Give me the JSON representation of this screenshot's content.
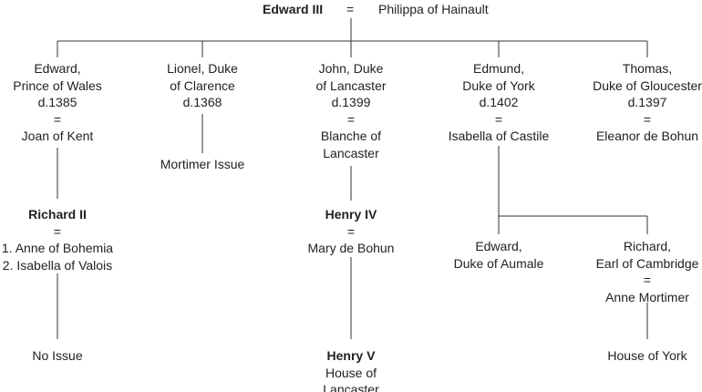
{
  "root": {
    "name": "Edward III",
    "eq": "=",
    "spouse": "Philippa of Hainault"
  },
  "nodes": {
    "edward_bp": {
      "lines": [
        "Edward,",
        "Prince of Wales",
        "d.1385",
        "=",
        "Joan of Kent"
      ]
    },
    "lionel": {
      "lines": [
        "Lionel, Duke",
        "of Clarence",
        "d.1368"
      ]
    },
    "john": {
      "lines": [
        "John, Duke",
        "of Lancaster",
        "d.1399",
        "=",
        "Blanche of",
        "Lancaster"
      ]
    },
    "edmund": {
      "lines": [
        "Edmund,",
        "Duke of York",
        "d.1402",
        "=",
        "Isabella of Castile"
      ]
    },
    "thomas": {
      "lines": [
        "Thomas,",
        "Duke of Gloucester",
        "d.1397",
        "=",
        "Eleanor de Bohun"
      ]
    },
    "mortimer": {
      "lines": [
        "Mortimer Issue"
      ]
    },
    "richard2": {
      "bold": "Richard II",
      "lines": [
        "=",
        "1. Anne of Bohemia",
        "2. Isabella of Valois"
      ]
    },
    "henry4": {
      "bold": "Henry IV",
      "lines": [
        "=",
        "Mary de Bohun"
      ]
    },
    "edward_aumale": {
      "lines": [
        "Edward,",
        "Duke of Aumale"
      ]
    },
    "richard_cam": {
      "lines": [
        "Richard,",
        "Earl of Cambridge",
        "=",
        "Anne Mortimer"
      ]
    },
    "noissue": {
      "lines": [
        "No Issue"
      ]
    },
    "henry5": {
      "bold": "Henry V",
      "lines": [
        "House of",
        "Lancaster"
      ]
    },
    "york": {
      "lines": [
        "House of York"
      ]
    }
  }
}
